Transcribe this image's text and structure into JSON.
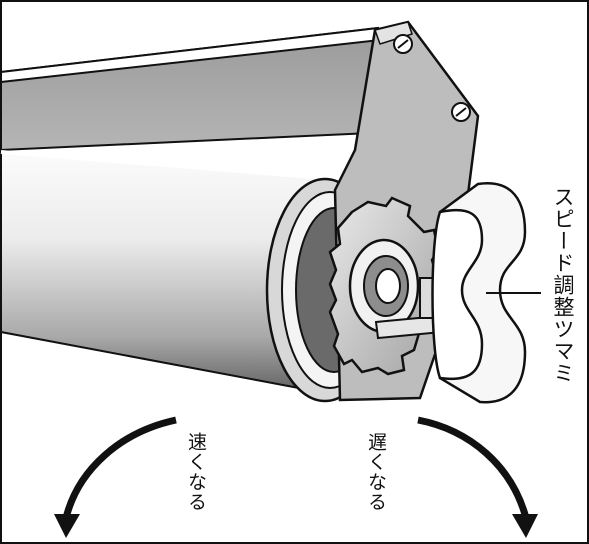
{
  "labels": {
    "speed_knob": "スピード調整ツマミ",
    "faster": "速くなる",
    "slower": "遅くなる"
  },
  "colors": {
    "outline": "#111111",
    "bracket": "#b9b9b9",
    "roller_light": "#f5f5f5",
    "roller_dark": "#6e6e6e",
    "knob": "#ffffff"
  },
  "icons": {
    "arrow_left": "curved-arrow-down-left-icon",
    "arrow_right": "curved-arrow-down-right-icon",
    "screw": "screw-icon"
  }
}
